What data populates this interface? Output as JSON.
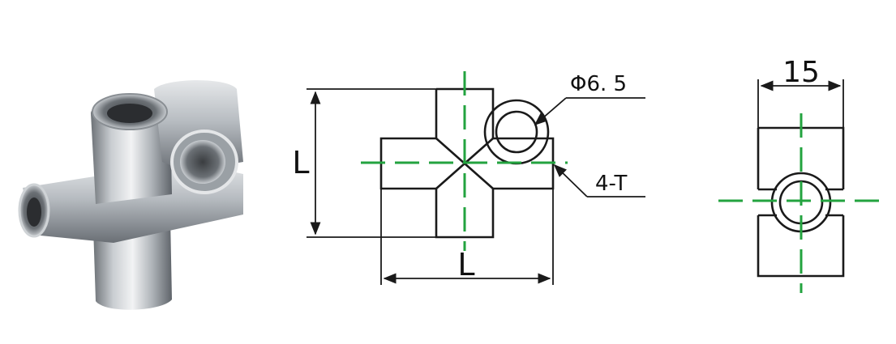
{
  "labels": {
    "front_height": "L",
    "front_width": "L",
    "hole_diameter": "Φ6. 5",
    "thread_ports": "4-T",
    "side_width": "15"
  },
  "colors": {
    "centerline": "#23a33f",
    "outline": "#1a1a1a"
  },
  "photo": {
    "subject": "metal-four-way-cross-fitting"
  }
}
